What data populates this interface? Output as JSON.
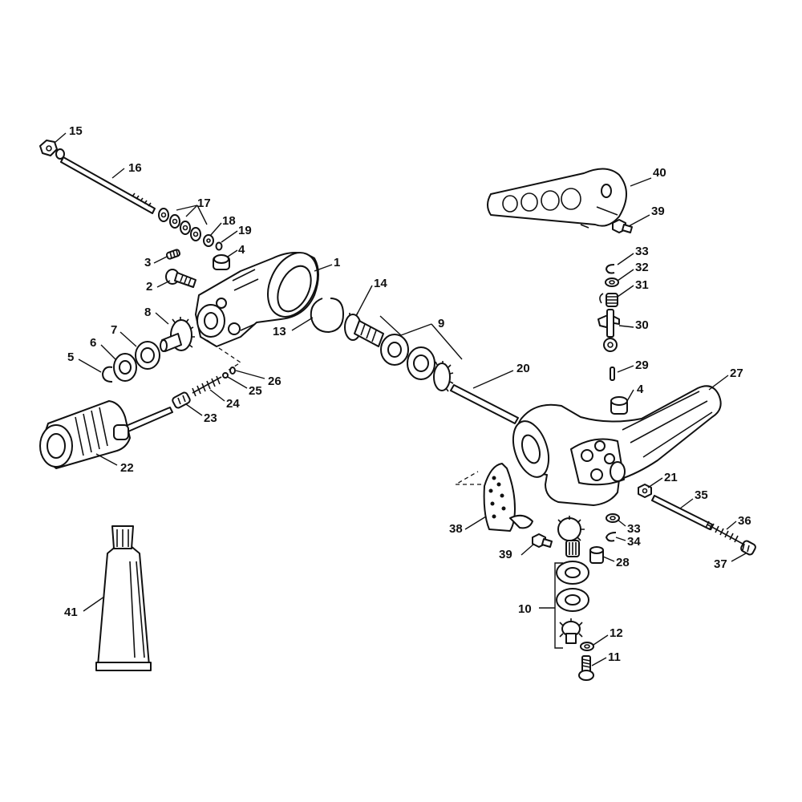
{
  "callouts": [
    "1",
    "2",
    "3",
    "4",
    "5",
    "6",
    "7",
    "8",
    "9",
    "10",
    "11",
    "12",
    "13",
    "14",
    "15",
    "16",
    "17",
    "18",
    "19",
    "20",
    "21",
    "22",
    "23",
    "24",
    "25",
    "26",
    "27",
    "28",
    "29",
    "30",
    "31",
    "32",
    "33",
    "34",
    "35",
    "36",
    "37",
    "38",
    "39",
    "40",
    "41"
  ],
  "repeat_callouts": {
    "c4b": "4",
    "c33b": "33",
    "c39b": "39"
  },
  "colors": {
    "line": "#111111",
    "background": "#ffffff"
  }
}
